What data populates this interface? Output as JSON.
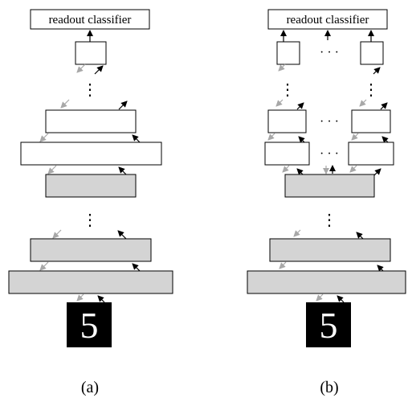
{
  "panel_a": {
    "readout_label": "readout classifier",
    "vertical_ellipsis_upper": "⋮",
    "vertical_ellipsis_lower": "⋮",
    "digit": "5",
    "caption": "(a)"
  },
  "panel_b": {
    "readout_label": "readout classifier",
    "top_dots": "· · ·",
    "mid_dots_1": "· · ·",
    "mid_dots_2": "· · ·",
    "vertical_ellipsis_left": "⋮",
    "vertical_ellipsis_right": "⋮",
    "vertical_ellipsis_lower": "⋮",
    "digit": "5",
    "caption": "(b)"
  },
  "colors": {
    "unit_fill_white": "#ffffff",
    "unit_fill_gray": "#d4d4d4",
    "arrow_black": "#000000",
    "arrow_gray": "#a8a8a8",
    "input_background": "#000000",
    "digit_color": "#ffffff"
  }
}
